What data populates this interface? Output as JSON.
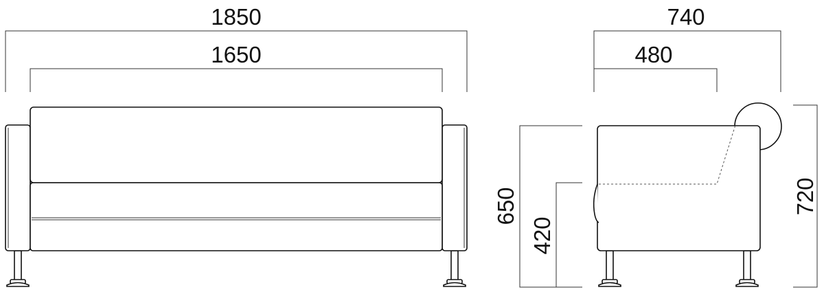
{
  "front_view": {
    "overall_width": "1850",
    "seat_width": "1650"
  },
  "side_view": {
    "overall_depth": "740",
    "seat_depth": "480",
    "back_height": "650",
    "seat_height": "420",
    "overall_height": "720"
  },
  "colors": {
    "line": "#111111",
    "dimension_line": "#333333",
    "background": "#ffffff"
  }
}
